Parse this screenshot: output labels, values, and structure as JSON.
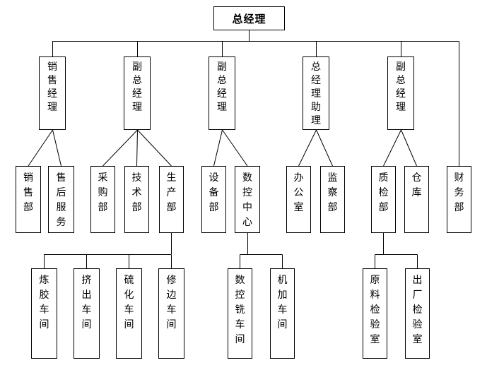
{
  "colors": {
    "background": "#ffffff",
    "line": "#000000",
    "box_border": "#000000",
    "box_fill": "#ffffff",
    "text": "#000000"
  },
  "nodes": {
    "general_manager": {
      "label": "总经理",
      "level": 1,
      "parent": null
    },
    "sales_manager": {
      "label": "销售经理",
      "level": 2,
      "parent": "general_manager"
    },
    "deputy_gm_1": {
      "label": "副总经理",
      "level": 2,
      "parent": "general_manager"
    },
    "deputy_gm_2": {
      "label": "副总经理",
      "level": 2,
      "parent": "general_manager"
    },
    "gm_assistant": {
      "label": "总经理助理",
      "level": 2,
      "parent": "general_manager"
    },
    "deputy_gm_3": {
      "label": "副总经理",
      "level": 2,
      "parent": "general_manager"
    },
    "sales_dept": {
      "label": "销售部",
      "level": 3,
      "parent": "sales_manager"
    },
    "after_sales_service": {
      "label": "售后服务",
      "level": 3,
      "parent": "sales_manager"
    },
    "purchasing_dept": {
      "label": "采购部",
      "level": 3,
      "parent": "deputy_gm_1"
    },
    "technology_dept": {
      "label": "技术部",
      "level": 3,
      "parent": "deputy_gm_1"
    },
    "production_dept": {
      "label": "生产部",
      "level": 3,
      "parent": "deputy_gm_1"
    },
    "equipment_dept": {
      "label": "设备部",
      "level": 3,
      "parent": "deputy_gm_2"
    },
    "cnc_center": {
      "label": "数控中心",
      "level": 3,
      "parent": "deputy_gm_2"
    },
    "office": {
      "label": "办公室",
      "level": 3,
      "parent": "gm_assistant"
    },
    "supervision_dept": {
      "label": "监察部",
      "level": 3,
      "parent": "gm_assistant"
    },
    "quality_inspection_dept": {
      "label": "质检部",
      "level": 3,
      "parent": "deputy_gm_3"
    },
    "warehouse": {
      "label": "仓库",
      "level": 3,
      "parent": "deputy_gm_3"
    },
    "finance_dept": {
      "label": "财务部",
      "level": 3,
      "parent": "general_manager"
    },
    "rubber_mixing_workshop": {
      "label": "炼胶车间",
      "level": 4,
      "parent": "production_dept"
    },
    "extrusion_workshop": {
      "label": "挤出车间",
      "level": 4,
      "parent": "production_dept"
    },
    "vulcanization_workshop": {
      "label": "硫化车间",
      "level": 4,
      "parent": "production_dept"
    },
    "trimming_workshop": {
      "label": "修边车间",
      "level": 4,
      "parent": "production_dept"
    },
    "cnc_milling_workshop": {
      "label": "数控铣车间",
      "level": 4,
      "parent": "cnc_center"
    },
    "machining_workshop": {
      "label": "机加车间",
      "level": 4,
      "parent": "cnc_center"
    },
    "raw_material_inspection_room": {
      "label": "原料检验室",
      "level": 4,
      "parent": "quality_inspection_dept"
    },
    "factory_inspection_room": {
      "label": "出厂检验室",
      "level": 4,
      "parent": "quality_inspection_dept"
    }
  }
}
